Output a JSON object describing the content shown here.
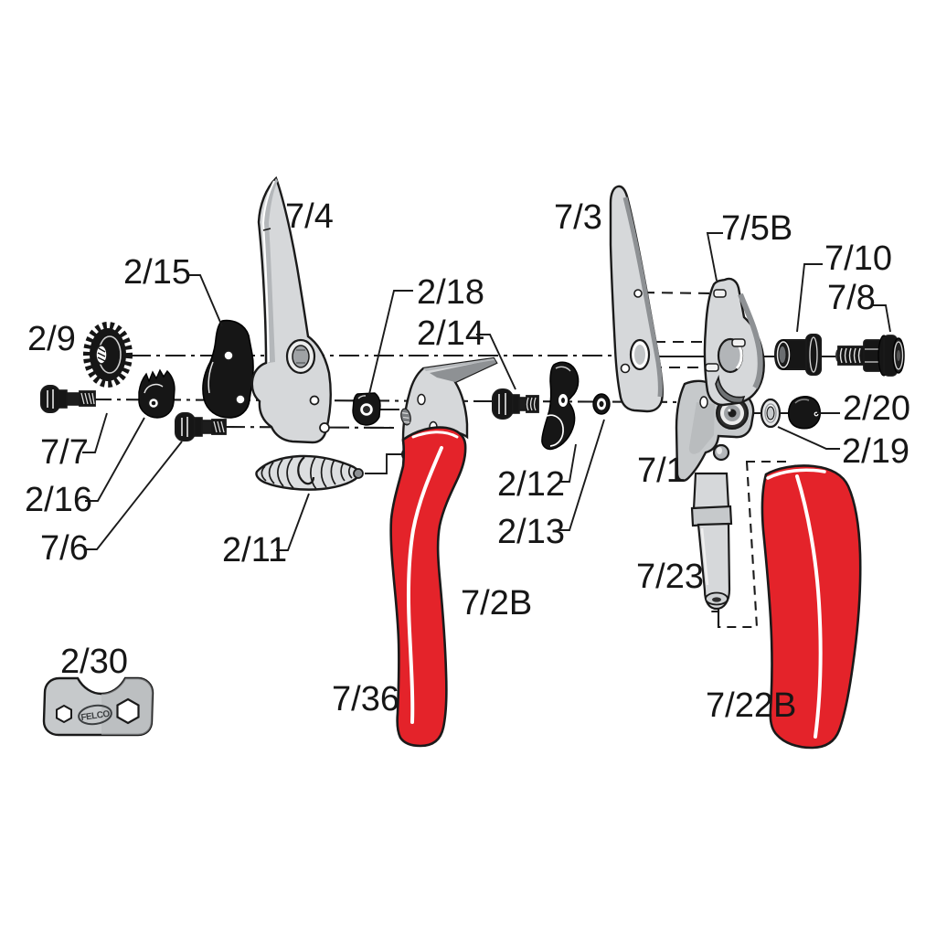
{
  "brand": {
    "wrench_logo": "FELCO"
  },
  "colors": {
    "red": "#e4232a",
    "ink": "#161616",
    "gray-light": "#d6d8da",
    "gray-mid": "#b4b7ba",
    "gray-dark": "#8e9194",
    "steel": "#c6c9cb",
    "line": "#1a1a1a"
  },
  "labels": [
    {
      "id": "gear-nut",
      "text": "2/9"
    },
    {
      "id": "counter-plate",
      "text": "2/15"
    },
    {
      "id": "counter-blade",
      "text": "7/4"
    },
    {
      "id": "blade-nut",
      "text": "2/18"
    },
    {
      "id": "catch-screw",
      "text": "2/14"
    },
    {
      "id": "cutting-blade",
      "text": "7/3"
    },
    {
      "id": "blade-holder",
      "text": "7/5B"
    },
    {
      "id": "bushing",
      "text": "7/10"
    },
    {
      "id": "blade-bolt",
      "text": "7/8"
    },
    {
      "id": "screw-left",
      "text": "7/7"
    },
    {
      "id": "ratchet-segment",
      "text": "2/16"
    },
    {
      "id": "screw-small",
      "text": "7/6"
    },
    {
      "id": "spring",
      "text": "2/11"
    },
    {
      "id": "thumb-catch",
      "text": "2/12"
    },
    {
      "id": "catch-washer",
      "text": "2/13"
    },
    {
      "id": "cone-nut",
      "text": "2/20"
    },
    {
      "id": "washer-ring",
      "text": "2/19"
    },
    {
      "id": "handle-body",
      "text": "7/1"
    },
    {
      "id": "handle-shaft",
      "text": "7/23"
    },
    {
      "id": "handle-left",
      "text": "7/2B"
    },
    {
      "id": "handle-cover",
      "text": "7/36"
    },
    {
      "id": "handle-right",
      "text": "7/22B"
    },
    {
      "id": "wrench",
      "text": "2/30"
    }
  ]
}
